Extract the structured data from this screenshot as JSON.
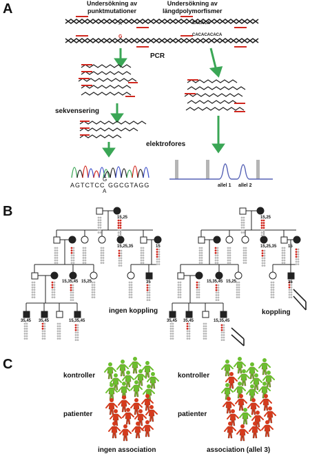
{
  "panel_a": {
    "letter": "A",
    "heading_left": "Undersökning av\npunktmutationer",
    "heading_right": "Undersökning av\nlängdpolymorfismer",
    "repeat_top": "CACACA",
    "repeat_bottom": "CACACACACA",
    "mutation_top": "A",
    "mutation_bottom": "G",
    "pcr": "PCR",
    "sekvensering": "sekvensering",
    "elektrofores": "elektrofores",
    "sequence_left": "AGTCTCC",
    "sequence_top": "G",
    "sequence_bottom": "A",
    "sequence_right": "GGCGTAGG",
    "allel1": "allel 1",
    "allel2": "allel 2",
    "colors": {
      "red_strand": "#d0261d",
      "black_strand": "#222222",
      "arrow": "#3aa655",
      "electro_line": "#5561b5",
      "gray_bar": "#b5b5b5"
    }
  },
  "panel_b": {
    "letter": "B",
    "left_genotypes": {
      "i1": "15,25",
      "ii": "15,25,35",
      "iii": "15",
      "iv1": "15,35,45",
      "iv2": "15,25",
      "v": "35",
      "vi1": "35,45",
      "vi2": "35,45",
      "vi3": "15,35,45"
    },
    "right_genotypes": {
      "i1": "15,25",
      "ii": "15,25,35",
      "iii": "15",
      "iv1": "15,35,45",
      "iv2": "15,25",
      "v": "35",
      "vi1": "35,45",
      "vi2": "35,45",
      "vi3": "15,35,45"
    },
    "caption_left": "ingen koppling",
    "caption_right": "koppling"
  },
  "panel_c": {
    "letter": "C",
    "kontroller_left": "kontroller",
    "patienter_left": "patienter",
    "kontroller_right": "kontroller",
    "patienter_right": "patienter",
    "caption_left": "ingen association",
    "caption_right": "association (allel 3)",
    "colors": {
      "control": "#6bbf2e",
      "patient": "#d63a1c"
    }
  }
}
